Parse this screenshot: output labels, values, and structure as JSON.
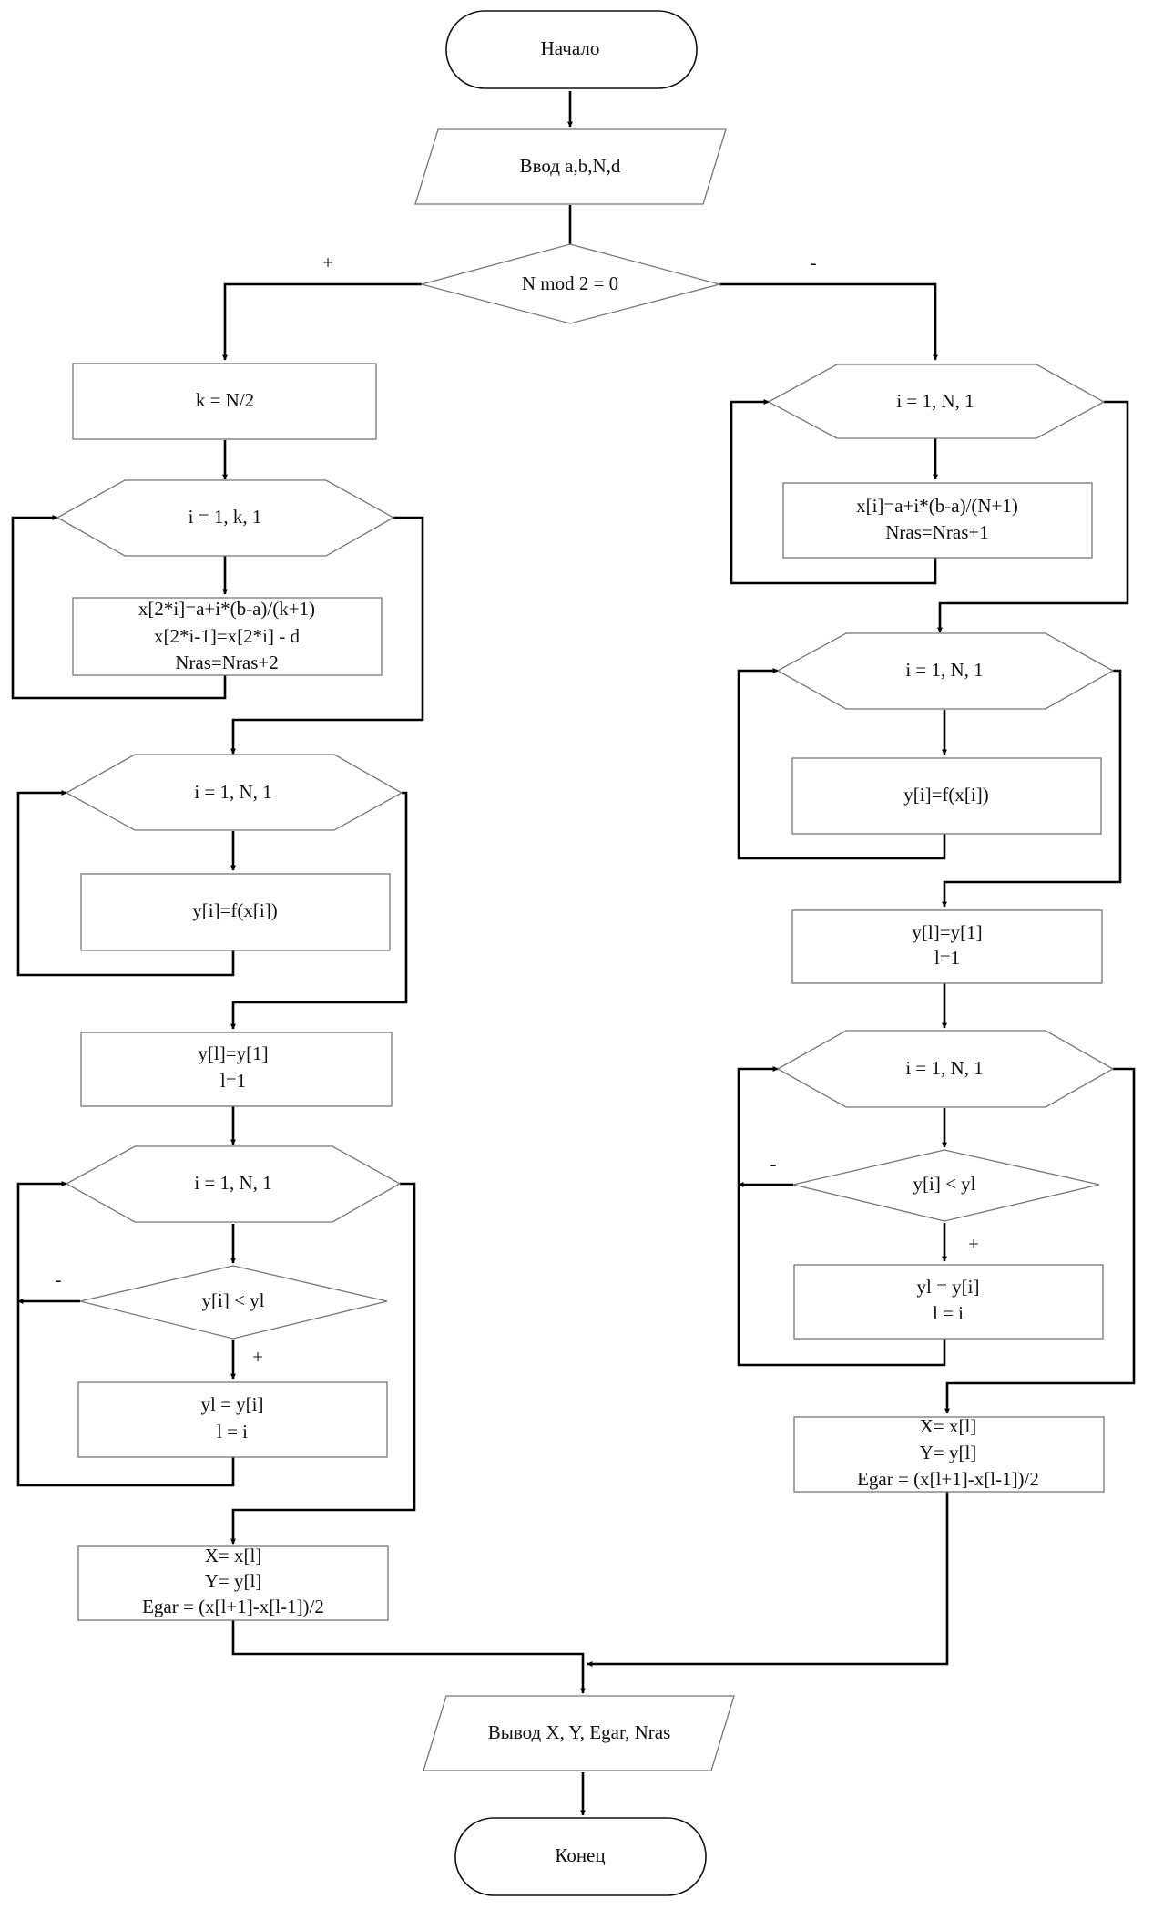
{
  "start": "Начало",
  "input": "Ввод a,b,N,d",
  "decision_main": "N mod 2 = 0",
  "branch_yes": "+",
  "branch_no": "-",
  "left": {
    "k_assign": "k = N/2",
    "loop1": "i = 1, k, 1",
    "calc_lines": [
      "x[2*i]=a+i*(b-a)/(k+1)",
      "x[2*i-1]=x[2*i] - d",
      "Nras=Nras+2"
    ],
    "loop2": "i = 1, N, 1",
    "fx": "y[i]=f(x[i])",
    "init_lines": [
      "y[l]=y[1]",
      "l=1"
    ],
    "loop3": "i = 1, N, 1",
    "cond": "y[i] < yl",
    "cond_no": "-",
    "cond_yes": "+",
    "update_lines": [
      "yl = y[i]",
      "l = i"
    ],
    "result_lines": [
      "X= x[l]",
      "Y= y[l]",
      "Egar = (x[l+1]-x[l-1])/2"
    ]
  },
  "right": {
    "loop1": "i = 1, N, 1",
    "calc_lines": [
      "x[i]=a+i*(b-a)/(N+1)",
      "Nras=Nras+1"
    ],
    "loop2": "i = 1, N, 1",
    "fx": "y[i]=f(x[i])",
    "init_lines": [
      "y[l]=y[1]",
      "l=1"
    ],
    "loop3": "i = 1, N, 1",
    "cond": "y[i] < yl",
    "cond_no": "-",
    "cond_yes": "+",
    "update_lines": [
      "yl = y[i]",
      "l = i"
    ],
    "result_lines": [
      "X= x[l]",
      "Y= y[l]",
      "Egar = (x[l+1]-x[l-1])/2"
    ]
  },
  "output": "Вывод X, Y, Egar, Nras",
  "end": "Конец"
}
